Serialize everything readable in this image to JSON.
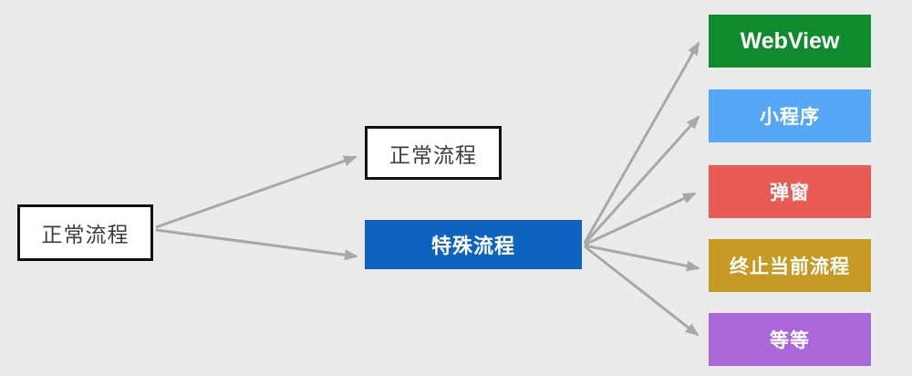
{
  "diagram": {
    "background_color": "#ebebeb",
    "arrow_color": "#a8a8a8",
    "source_node": {
      "label": "正常流程"
    },
    "normal_node": {
      "label": "正常流程"
    },
    "special_node": {
      "label": "特殊流程",
      "color": "#0d63bf",
      "text_color": "#ffffff"
    },
    "targets": [
      {
        "label": "WebView",
        "color": "#0f8a2d"
      },
      {
        "label": "小程序",
        "color": "#57a7f7"
      },
      {
        "label": "弹窗",
        "color": "#e95c53"
      },
      {
        "label": "终止当前流程",
        "color": "#c59b25"
      },
      {
        "label": "等等",
        "color": "#a967d9"
      }
    ]
  }
}
